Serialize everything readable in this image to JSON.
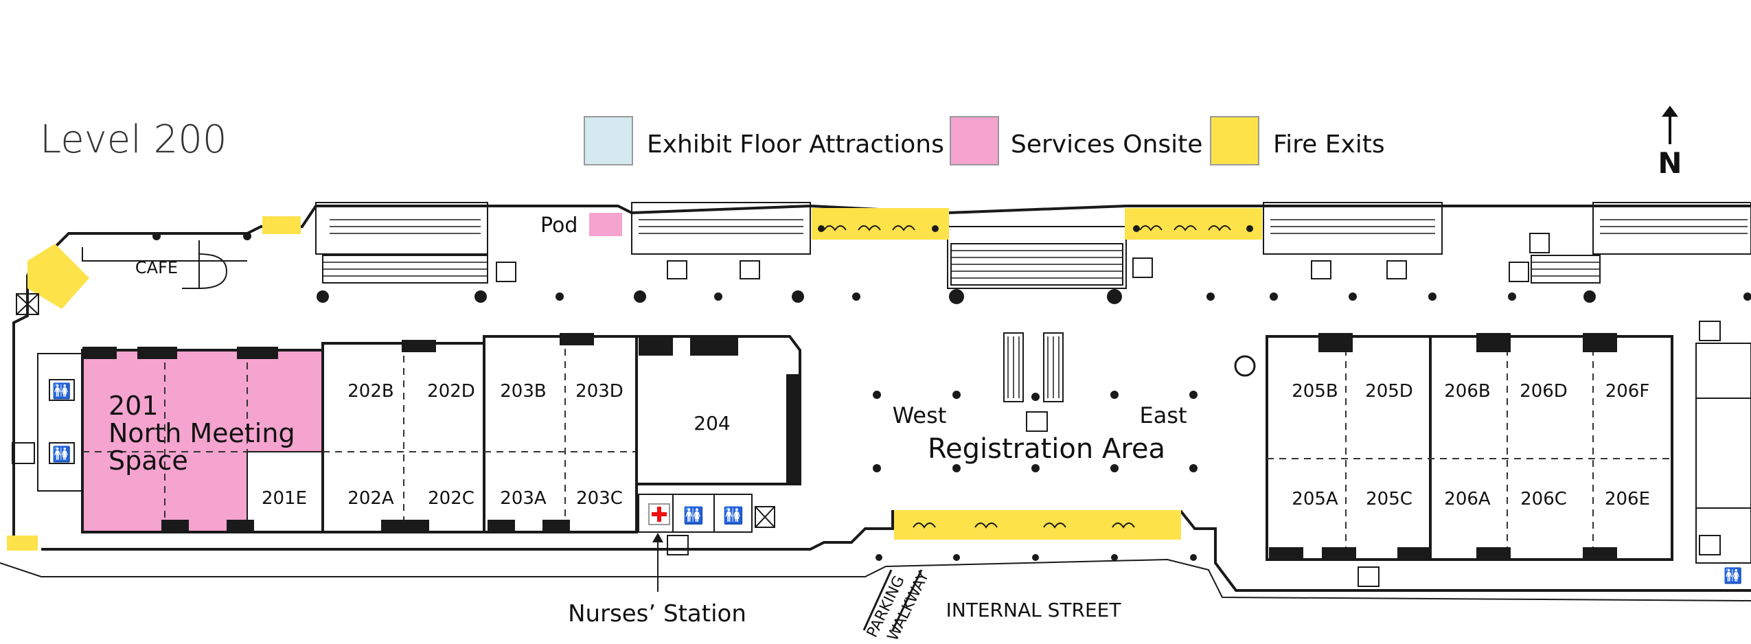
{
  "title": "Level 200",
  "north": "N",
  "colors": {
    "exhibit_attractions": "#d4eaf0",
    "services_onsite": "#f5a3cf",
    "fire_exits": "#fde24a",
    "walls": "#1a1a1a"
  },
  "legend": {
    "exhibit_attractions": "Exhibit Floor Attractions",
    "services_onsite": "Services Onsite",
    "fire_exits": "Fire Exits"
  },
  "labels": {
    "cafe": "CAFE",
    "pod": "Pod",
    "room_201_line1": "201",
    "room_201_line2": "North Meeting",
    "room_201_line3": "Space",
    "room_201e": "201E",
    "room_202b": "202B",
    "room_202d": "202D",
    "room_202a": "202A",
    "room_202c": "202C",
    "room_203b": "203B",
    "room_203d": "203D",
    "room_203a": "203A",
    "room_203c": "203C",
    "room_204": "204",
    "room_205b": "205B",
    "room_205d": "205D",
    "room_206b": "206B",
    "room_206d": "206D",
    "room_206f": "206F",
    "room_205a": "205A",
    "room_205c": "205C",
    "room_206a": "206A",
    "room_206c": "206C",
    "room_206e": "206E",
    "west": "West",
    "east": "East",
    "registration": "Registration Area",
    "nurses_station": "Nurses’ Station",
    "internal_street": "INTERNAL STREET",
    "parking": "PARKING",
    "walkway": "WALKWAY"
  },
  "icons": [
    "phone-icon",
    "restroom-icon",
    "first-aid-icon",
    "escalator-icon",
    "elevator-icon",
    "accessible-icon",
    "fire-exit-door-icon"
  ]
}
